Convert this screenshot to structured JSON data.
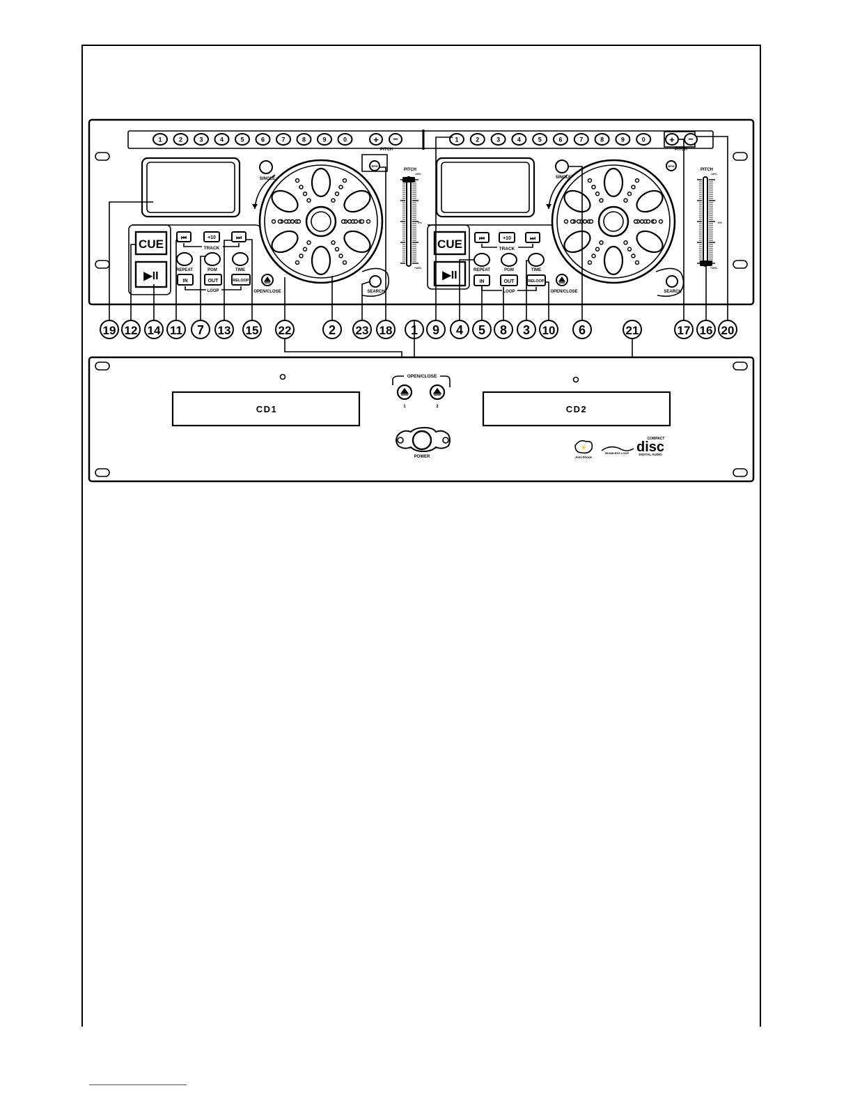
{
  "diagram": {
    "callouts": [
      "19",
      "12",
      "14",
      "11",
      "7",
      "13",
      "15",
      "22",
      "2",
      "23",
      "18",
      "1",
      "9",
      "4",
      "5",
      "8",
      "3",
      "10",
      "6",
      "21",
      "17",
      "16",
      "20"
    ],
    "deck_a": {
      "number_buttons": [
        "1",
        "2",
        "3",
        "4",
        "5",
        "6",
        "7",
        "8",
        "9",
        "0"
      ],
      "pitch_plus": "+",
      "pitch_minus": "−",
      "pitch_group_label": "PITCH",
      "single_label": "SINGLE",
      "cue_label": "CUE",
      "play_pause": "▶II",
      "prev_track": "⏮",
      "plus10": "+10",
      "next_track": "⏭",
      "track_label": "TRACK",
      "repeat_label": "REPEAT",
      "pgm_label": "PGM",
      "time_label": "TIME",
      "in_label": "IN",
      "out_label": "OUT",
      "reloop_label": "RELOOP",
      "loop_label": "LOOP",
      "open_close_label": "OPEN/CLOSE",
      "search_label": "SEARCH",
      "bpm_label": "BPM",
      "fader_title": "PITCH",
      "fader_top": "-16%",
      "fader_mid": "0%",
      "fader_bottom": "+16%"
    },
    "deck_b": {
      "number_buttons": [
        "1",
        "2",
        "3",
        "4",
        "5",
        "6",
        "7",
        "8",
        "9",
        "0"
      ],
      "pitch_plus": "+",
      "pitch_minus": "−",
      "pitch_group_label": "PITCH",
      "single_label": "SINGLE",
      "cue_label": "CUE",
      "play_pause": "▶II",
      "prev_track": "⏮",
      "plus10": "+10",
      "next_track": "⏭",
      "track_label": "TRACK",
      "repeat_label": "REPEAT",
      "pgm_label": "PGM",
      "time_label": "TIME",
      "in_label": "IN",
      "out_label": "OUT",
      "reloop_label": "RELOOP",
      "loop_label": "LOOP",
      "open_close_label": "OPEN/CLOSE",
      "search_label": "SEARCH",
      "bpm_label": "BPM",
      "fader_title": "PITCH",
      "fader_top": "-16%",
      "fader_mid": "0%",
      "fader_bottom": "+16%"
    },
    "drive_unit": {
      "tray1": "CD1",
      "tray2": "CD2",
      "open_close_label": "OPEN/CLOSE",
      "eject1": "1",
      "eject2": "2",
      "power_label": "POWER",
      "logo_antishock": "Anti-Shock",
      "logo_seamless": "SEAMLESS LOOP",
      "logo_disc_top": "COMPACT",
      "logo_disc": "disc",
      "logo_disc_bottom": "DIGITAL AUDIO"
    }
  }
}
